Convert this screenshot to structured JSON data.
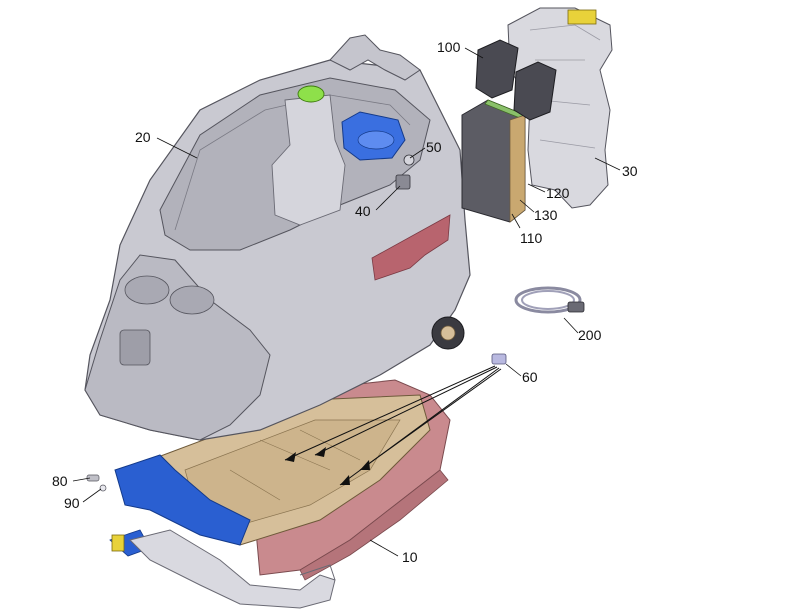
{
  "callouts": [
    {
      "id": "c10",
      "label": "10"
    },
    {
      "id": "c20",
      "label": "20"
    },
    {
      "id": "c30",
      "label": "30"
    },
    {
      "id": "c40",
      "label": "40"
    },
    {
      "id": "c50",
      "label": "50"
    },
    {
      "id": "c60",
      "label": "60"
    },
    {
      "id": "c80",
      "label": "80"
    },
    {
      "id": "c90",
      "label": "90"
    },
    {
      "id": "c100",
      "label": "100"
    },
    {
      "id": "c110",
      "label": "110"
    },
    {
      "id": "c120",
      "label": "120"
    },
    {
      "id": "c130",
      "label": "130"
    },
    {
      "id": "c200",
      "label": "200"
    }
  ],
  "colors": {
    "housing": "#c9c9d1",
    "housing_shade": "#a9a9b3",
    "chassis": "#d6bf9a",
    "skirt": "#c98a8e",
    "frame": "#2a5fd1",
    "blue_part": "#3a6fe0",
    "green_cap": "#8ee04a",
    "board": "#5c5c64",
    "brace": "#d9d9df",
    "stripe": "#b8646e",
    "yellow": "#e8d23a"
  }
}
